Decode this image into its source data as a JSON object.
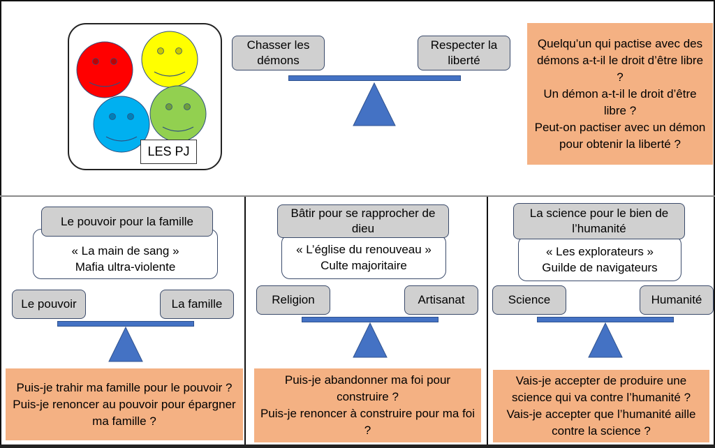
{
  "top_panel": {
    "characters_card": {
      "label": "LES PJ",
      "smileys": [
        {
          "name": "red",
          "color": "#ff0000"
        },
        {
          "name": "yellow",
          "color": "#ffff00"
        },
        {
          "name": "blue",
          "color": "#00b0f0"
        },
        {
          "name": "green",
          "color": "#92d050"
        }
      ]
    },
    "balance": {
      "left_label": "Chasser les démons",
      "right_label": "Respecter la liberté"
    },
    "questions": [
      "Quelqu’un qui pactise avec des démons a-t-il le droit d’être libre ?",
      "Un démon a-t-il le droit d’être libre ?",
      "Peut-on pactiser avec un démon pour obtenir la liberté ?"
    ]
  },
  "factions": [
    {
      "motto": "Le pouvoir pour la famille",
      "name": "« La main de sang »",
      "description": "Mafia ultra-violente",
      "left_label": "Le pouvoir",
      "right_label": "La famille",
      "questions": [
        "Puis-je trahir ma famille pour le pouvoir ?",
        "Puis-je renoncer au pouvoir pour épargner ma famille ?"
      ]
    },
    {
      "motto": "Bâtir pour se rapprocher de dieu",
      "name": "« L’église du renouveau »",
      "description": "Culte majoritaire",
      "left_label": "Religion",
      "right_label": "Artisanat",
      "questions": [
        "Puis-je abandonner ma foi pour construire ?",
        "Puis-je renoncer à construire pour ma foi ?"
      ]
    },
    {
      "motto": "La science pour le bien de l’humanité",
      "name": "« Les explorateurs »",
      "description": "Guilde de navigateurs",
      "left_label": "Science",
      "right_label": "Humanité",
      "questions": [
        "Vais-je accepter de produire une science qui va contre l’humanité ?",
        "Vais-je accepter que l’humanité aille contre la science ?"
      ]
    }
  ],
  "colors": {
    "question_bg": "#f4b183",
    "label_bg": "#d0d0d0",
    "balance_blue": "#4472c4"
  }
}
